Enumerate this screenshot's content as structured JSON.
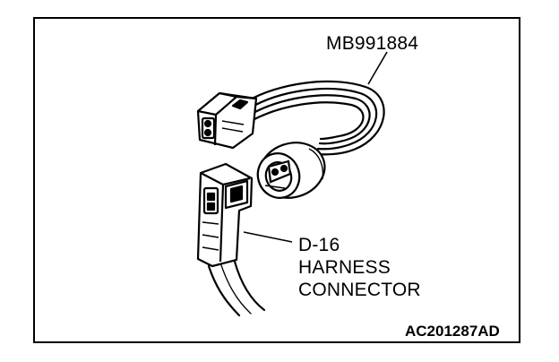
{
  "tool_label": "MB991884",
  "connector_label": {
    "code": "D-16",
    "line1": "HARNESS",
    "line2": "CONNECTOR"
  },
  "figure_id": "AC201287AD",
  "colors": {
    "ink": "#000000",
    "paper": "#ffffff"
  }
}
